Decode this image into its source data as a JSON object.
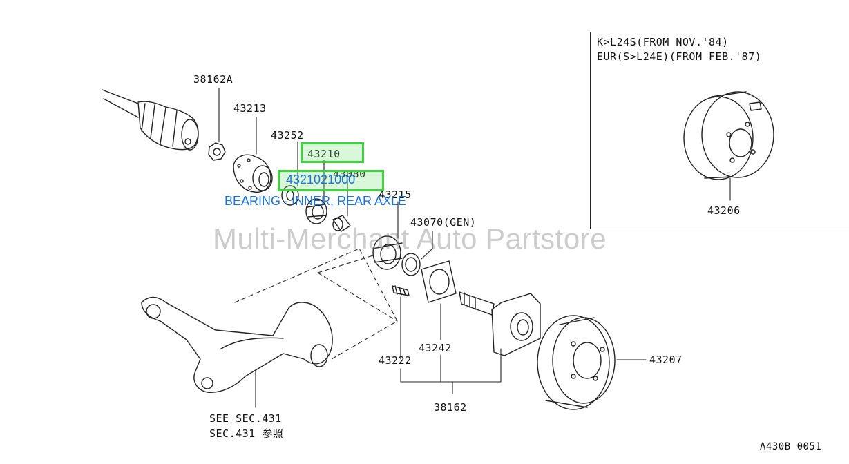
{
  "diagram": {
    "labels": {
      "p38162A": "38162A",
      "p43213": "43213",
      "p43252": "43252",
      "p43210": "43210",
      "p43080": "43080",
      "p43215": "43215",
      "p43070": "43070(GEN)",
      "p43222": "43222",
      "p43242": "43242",
      "p38162": "38162",
      "p43207": "43207",
      "p43206": "43206",
      "see_sec": "SEE SEC.431",
      "sec_ref": "SEC.431 参照"
    },
    "inset_note": {
      "line1": "K>L24S(FROM NOV.'84)",
      "line2": "EUR(S>L24E)(FROM FEB.'87)"
    },
    "highlight": {
      "part_number": "4321021000",
      "description": "BEARING - INNER, REAR AXLE",
      "color": "#3fd23f",
      "text_color": "#1a73d9"
    },
    "watermark": "Multi-Merchant Auto Partstore",
    "diagram_code": "A430B 0051"
  }
}
